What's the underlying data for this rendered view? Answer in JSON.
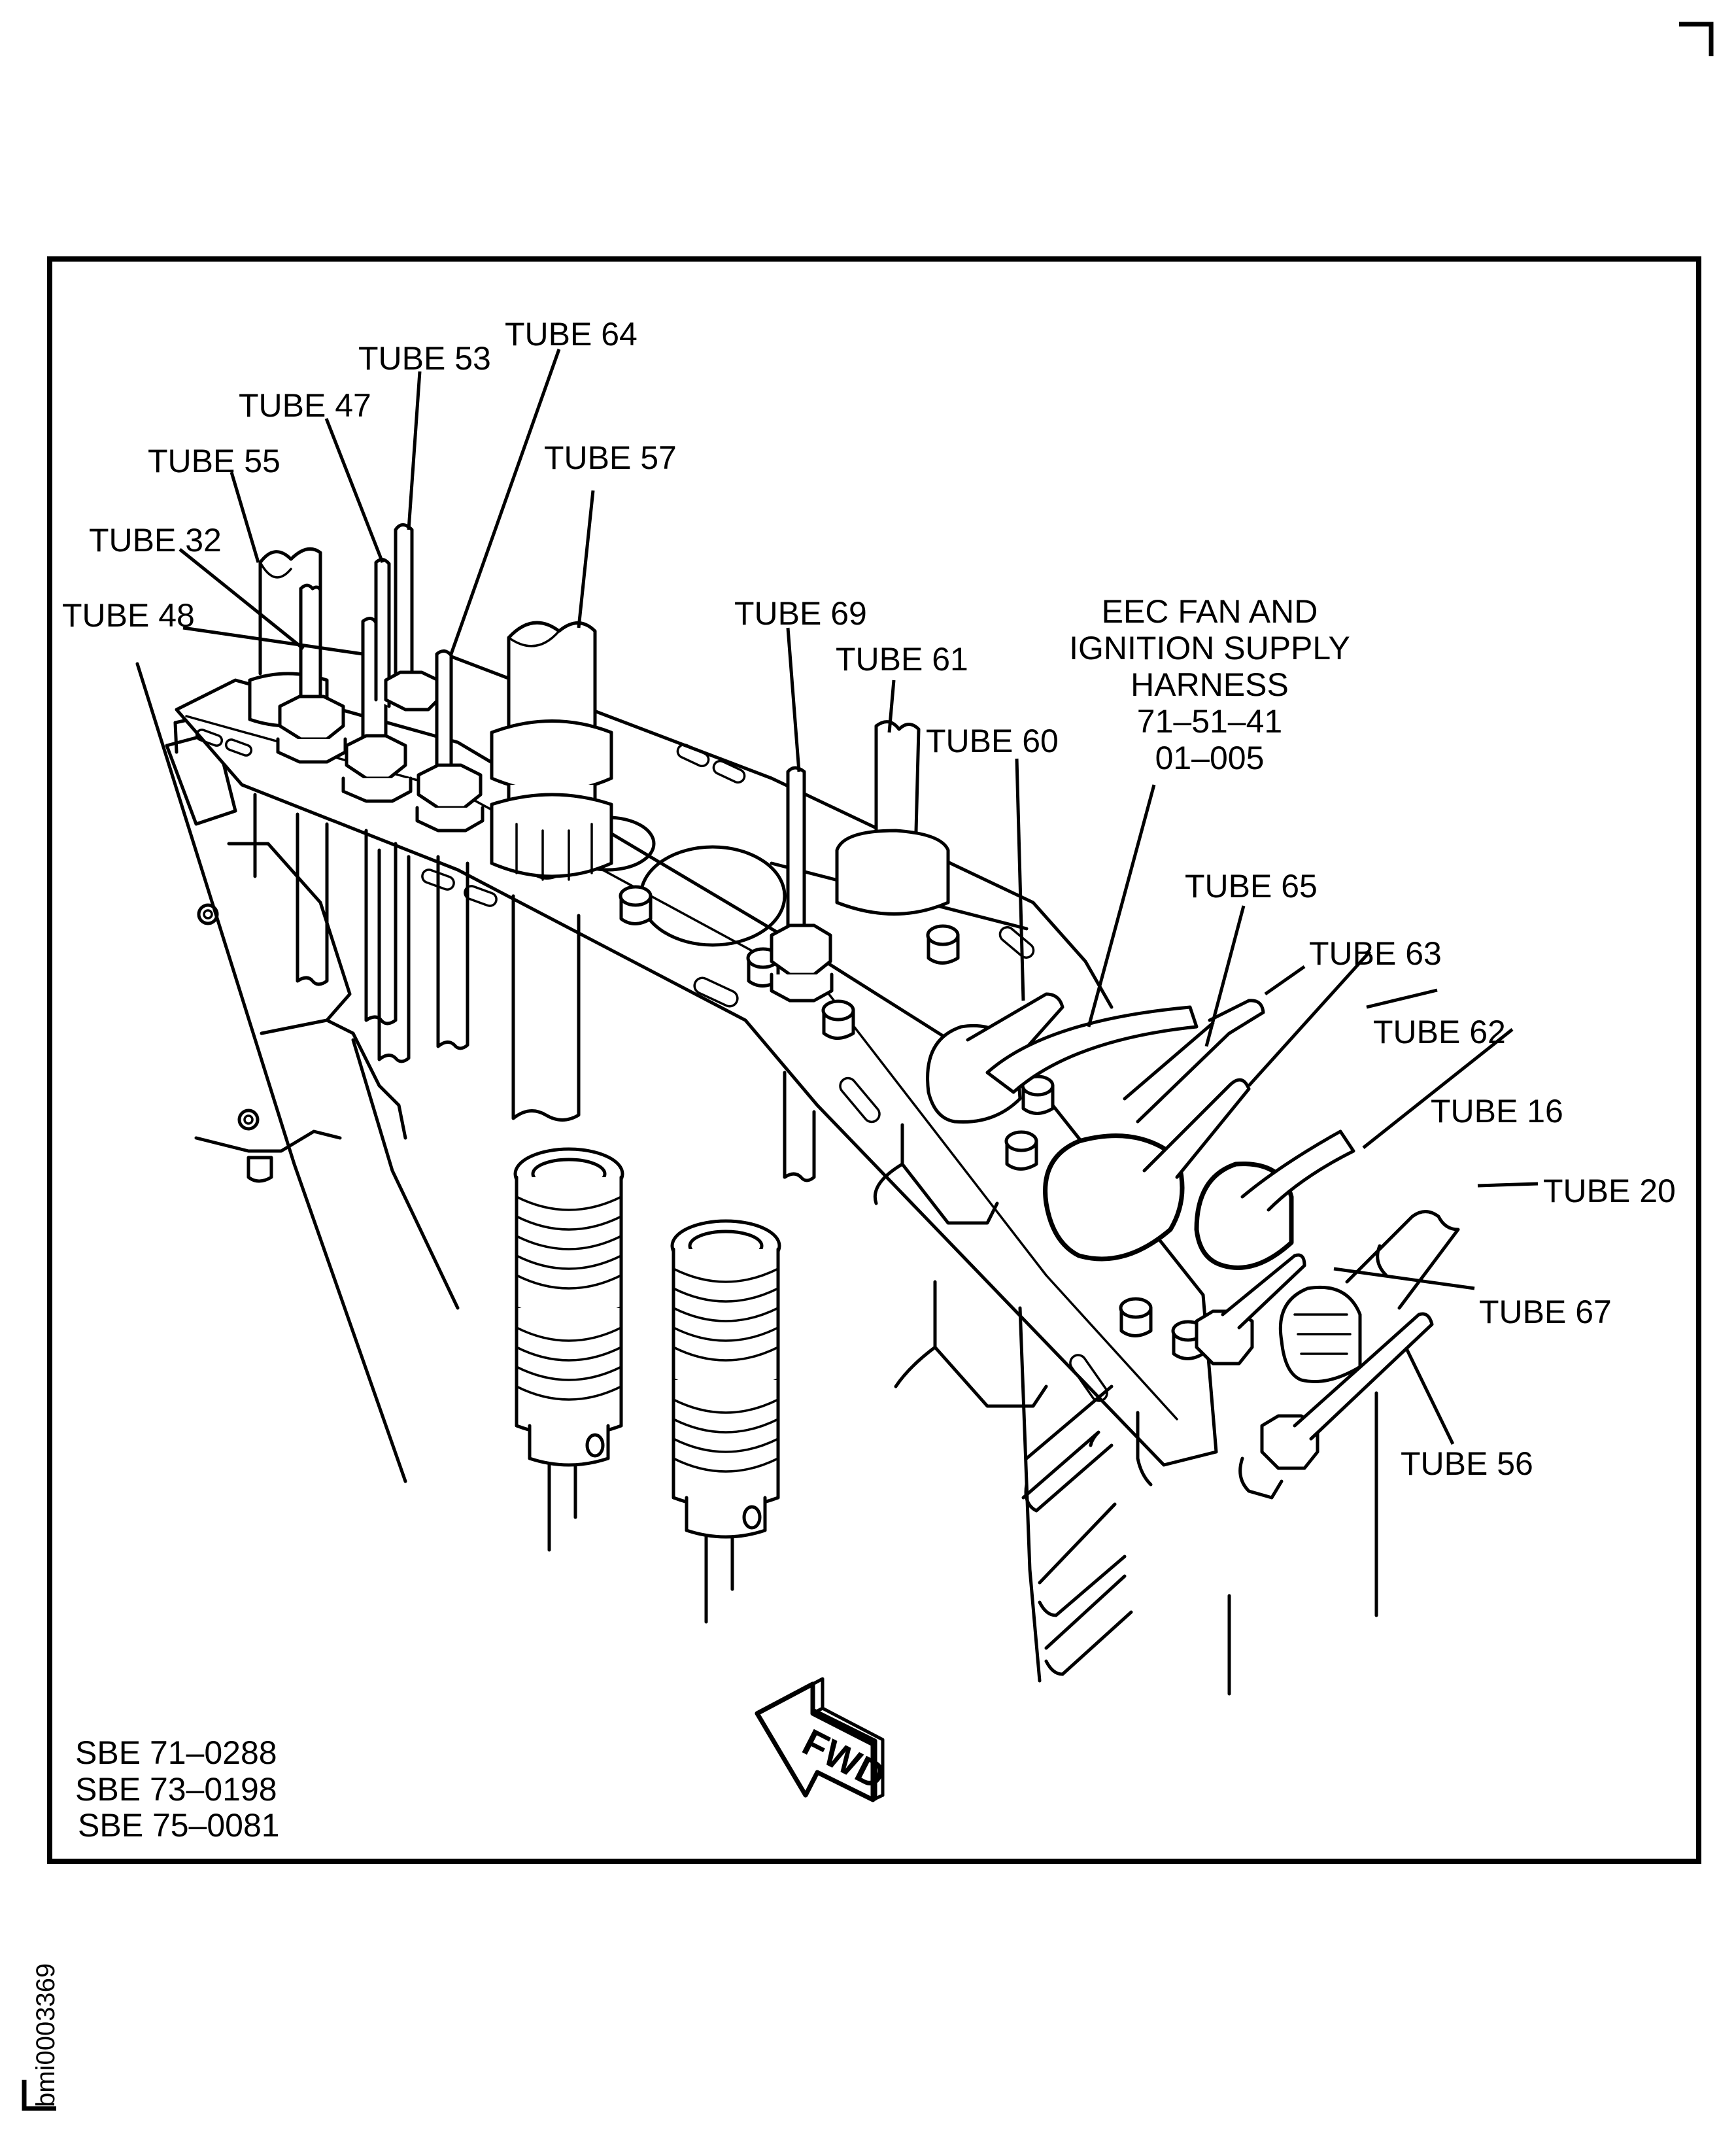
{
  "figure": {
    "figure_id": "bmi0003369",
    "callouts": {
      "tube_64": "TUBE 64",
      "tube_53": "TUBE 53",
      "tube_47": "TUBE 47",
      "tube_55": "TUBE 55",
      "tube_57": "TUBE 57",
      "tube_32": "TUBE 32",
      "tube_48": "TUBE 48",
      "tube_69": "TUBE 69",
      "tube_61": "TUBE 61",
      "tube_60": "TUBE 60",
      "tube_65": "TUBE 65",
      "tube_63": "TUBE 63",
      "tube_62": "TUBE 62",
      "tube_16": "TUBE 16",
      "tube_20": "TUBE 20",
      "tube_67": "TUBE 67",
      "tube_56": "TUBE 56"
    },
    "harness_label": {
      "lines": [
        "EEC FAN AND",
        "IGNITION SUPPLY",
        "HARNESS",
        "71–51–41",
        "01–005"
      ]
    },
    "direction_indicator": {
      "label": "FWD",
      "icon": "fwd-arrow-icon"
    },
    "effectivity": {
      "lines": [
        "SBE 71–0288",
        "SBE 73–0198",
        "SBE 75–0081"
      ]
    }
  }
}
